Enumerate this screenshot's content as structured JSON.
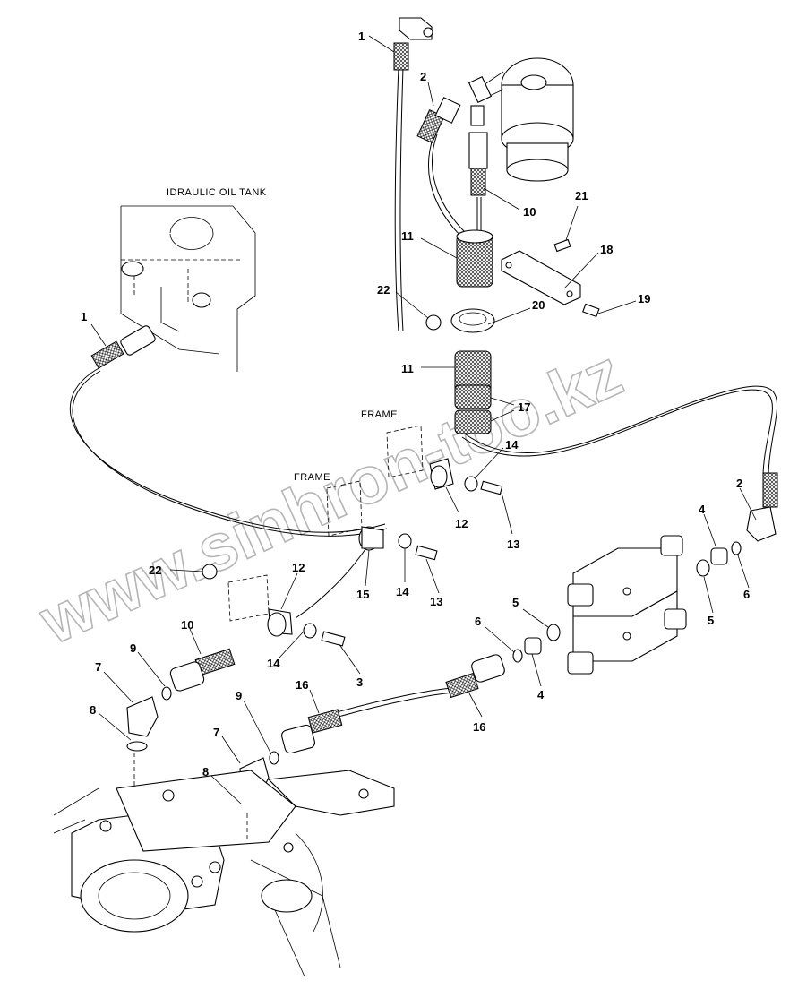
{
  "captions": {
    "tank": "IDRAULIC OIL TANK",
    "frame_upper": "FRAME",
    "frame_left": "FRAME"
  },
  "watermark": "www.sinhron-too.kz",
  "callouts": [
    {
      "id": "c1a",
      "text": "1"
    },
    {
      "id": "c2a",
      "text": "2"
    },
    {
      "id": "c10a",
      "text": "10"
    },
    {
      "id": "c21",
      "text": "21"
    },
    {
      "id": "c11a",
      "text": "11"
    },
    {
      "id": "c18",
      "text": "18"
    },
    {
      "id": "c22a",
      "text": "22"
    },
    {
      "id": "c20",
      "text": "20"
    },
    {
      "id": "c19",
      "text": "19"
    },
    {
      "id": "c1b",
      "text": "1"
    },
    {
      "id": "c11b",
      "text": "11"
    },
    {
      "id": "c17",
      "text": "17"
    },
    {
      "id": "c14a",
      "text": "14"
    },
    {
      "id": "c2b",
      "text": "2"
    },
    {
      "id": "c12a",
      "text": "12"
    },
    {
      "id": "c13a",
      "text": "13"
    },
    {
      "id": "c4a",
      "text": "4"
    },
    {
      "id": "c22b",
      "text": "22"
    },
    {
      "id": "c12b",
      "text": "12"
    },
    {
      "id": "c15",
      "text": "15"
    },
    {
      "id": "c14b",
      "text": "14"
    },
    {
      "id": "c13b",
      "text": "13"
    },
    {
      "id": "c6a",
      "text": "6"
    },
    {
      "id": "c5a",
      "text": "5"
    },
    {
      "id": "c5b",
      "text": "5"
    },
    {
      "id": "c10b",
      "text": "10"
    },
    {
      "id": "c9a",
      "text": "9"
    },
    {
      "id": "c14c",
      "text": "14"
    },
    {
      "id": "c3",
      "text": "3"
    },
    {
      "id": "c6b",
      "text": "6"
    },
    {
      "id": "c7a",
      "text": "7"
    },
    {
      "id": "c4b",
      "text": "4"
    },
    {
      "id": "c16a",
      "text": "16"
    },
    {
      "id": "c9b",
      "text": "9"
    },
    {
      "id": "c8a",
      "text": "8"
    },
    {
      "id": "c16b",
      "text": "16"
    },
    {
      "id": "c7b",
      "text": "7"
    },
    {
      "id": "c8b",
      "text": "8"
    }
  ]
}
